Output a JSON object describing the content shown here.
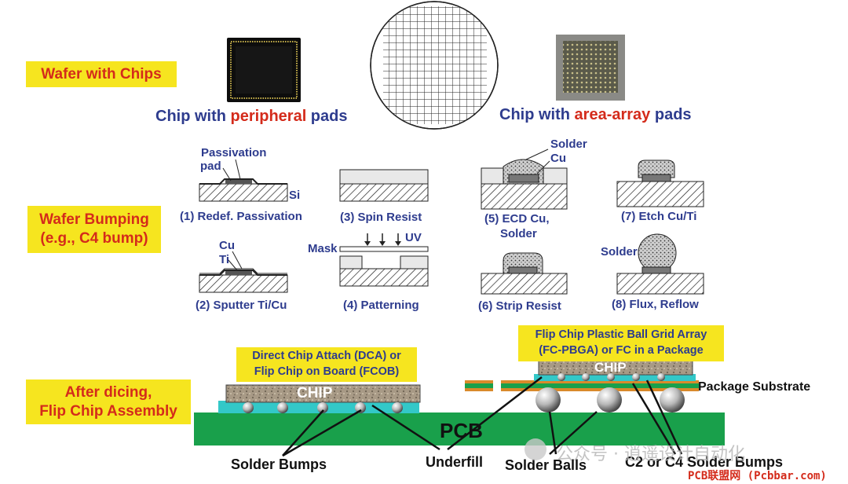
{
  "labels": {
    "wafer_with_chips": "Wafer with Chips",
    "chip_peripheral_pre": "Chip with ",
    "chip_peripheral_mid": "peripheral",
    "chip_peripheral_post": " pads",
    "chip_area_pre": "Chip with ",
    "chip_area_mid": "area-array",
    "chip_area_post": " pads",
    "wafer_bumping_line1": "Wafer Bumping",
    "wafer_bumping_line2": "(e.g., C4 bump)",
    "after_dicing_line1": "After dicing,",
    "after_dicing_line2": "Flip Chip Assembly"
  },
  "steps": {
    "s1": "(1) Redef.  Passivation",
    "s2": "(2) Sputter Ti/Cu",
    "s3": "(3) Spin Resist",
    "s4": "(4) Patterning",
    "s5_line1": "(5) ECD Cu,",
    "s5_line2": "Solder",
    "s6": "(6) Strip Resist",
    "s7": "(7) Etch Cu/Ti",
    "s8": "(8) Flux, Reflow"
  },
  "callouts": {
    "passivation": "Passivation",
    "pad": "pad",
    "si": "Si",
    "cu": "Cu",
    "ti": "Ti",
    "mask": "Mask",
    "uv": "UV",
    "solder_top": "Solder",
    "cu_top": "Cu",
    "solder_8": "Solder"
  },
  "assembly": {
    "dca_line1": "Direct Chip Attach (DCA) or",
    "dca_line2": "Flip Chip on Board (FCOB)",
    "fcpbga_line1": "Flip Chip Plastic Ball Grid Array",
    "fcpbga_line2": "(FC-PBGA) or FC in a Package",
    "chip_left": "CHIP",
    "chip_right": "CHIP",
    "package_substrate": "Package Substrate",
    "pcb": "PCB",
    "solder_bumps": "Solder Bumps",
    "underfill": "Underfill",
    "solder_balls": "Solder Balls",
    "c2_c4": "C2 or C4 Solder Bumps"
  },
  "watermark": {
    "text": "公众号 · 逍遥设计自动化",
    "footer": "PCB联盟网 (Pcbbar.com)"
  },
  "colors": {
    "label_yellow": "#f6e51f",
    "label_red": "#d42b1b",
    "caption_blue": "#2e3c8e",
    "pcb_green": "#19a04b",
    "underfill_cyan": "#33c8c8",
    "substrate_orange": "#d98a2b"
  }
}
